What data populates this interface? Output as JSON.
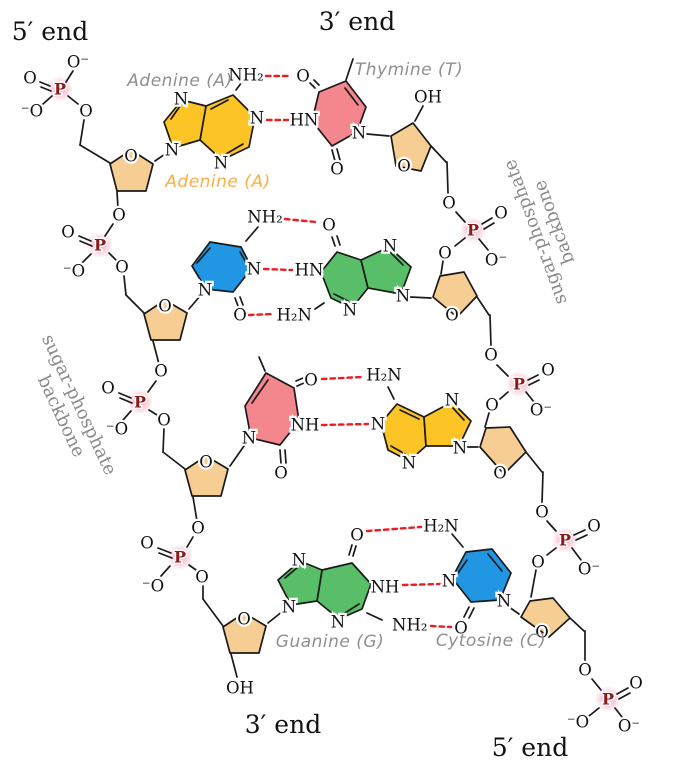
{
  "strand_ends": {
    "top_left": "5′ end",
    "top_center": "3′ end",
    "bottom_center": "3′ end",
    "bottom_right": "5′ end"
  },
  "nucleotide_labels": {
    "adenine_gray": "Adenine (A)",
    "adenine_orange": "Adenine (A)",
    "thymine": "Thymine (T)",
    "guanine": "Guanine (G)",
    "cytosine": "Cytosine (C)"
  },
  "backbone_labels": {
    "left": {
      "line1": "sugar-phosphate",
      "line2": "backbone"
    },
    "right": {
      "line1": "sugar-phosphate",
      "line2": "backbone"
    }
  },
  "atoms": {
    "O": "O",
    "N": "N",
    "P": "P",
    "NH2": "NH₂",
    "H2N": "H₂N",
    "HN": "HN",
    "NH": "NH",
    "OH": "OH",
    "O_neg": "O⁻",
    "neg_O": "⁻O"
  },
  "base_pairs": [
    {
      "row": 1,
      "left_base": "Adenine (A)",
      "right_base": "Thymine (T)",
      "hydrogen_bonds": 2
    },
    {
      "row": 2,
      "left_base": "Cytosine (C)",
      "right_base": "Guanine (G)",
      "hydrogen_bonds": 3
    },
    {
      "row": 3,
      "left_base": "Thymine (T)",
      "right_base": "Adenine (A)",
      "hydrogen_bonds": 2
    },
    {
      "row": 4,
      "left_base": "Guanine (G)",
      "right_base": "Cytosine (C)",
      "hydrogen_bonds": 3
    }
  ],
  "colors": {
    "adenine": "#FDC426",
    "thymine": "#F4868E",
    "cytosine": "#2196E3",
    "guanine": "#58BE68",
    "sugar": "#F6CE93",
    "phosphate_glow": "#F8AEC2",
    "phosphorus_text": "#8A1A1A",
    "hydrogen_bond": "#EC1C24",
    "bond": "#1A1A1A",
    "gray_label": "#8F8F8F",
    "orange_label": "#FBAE45"
  }
}
